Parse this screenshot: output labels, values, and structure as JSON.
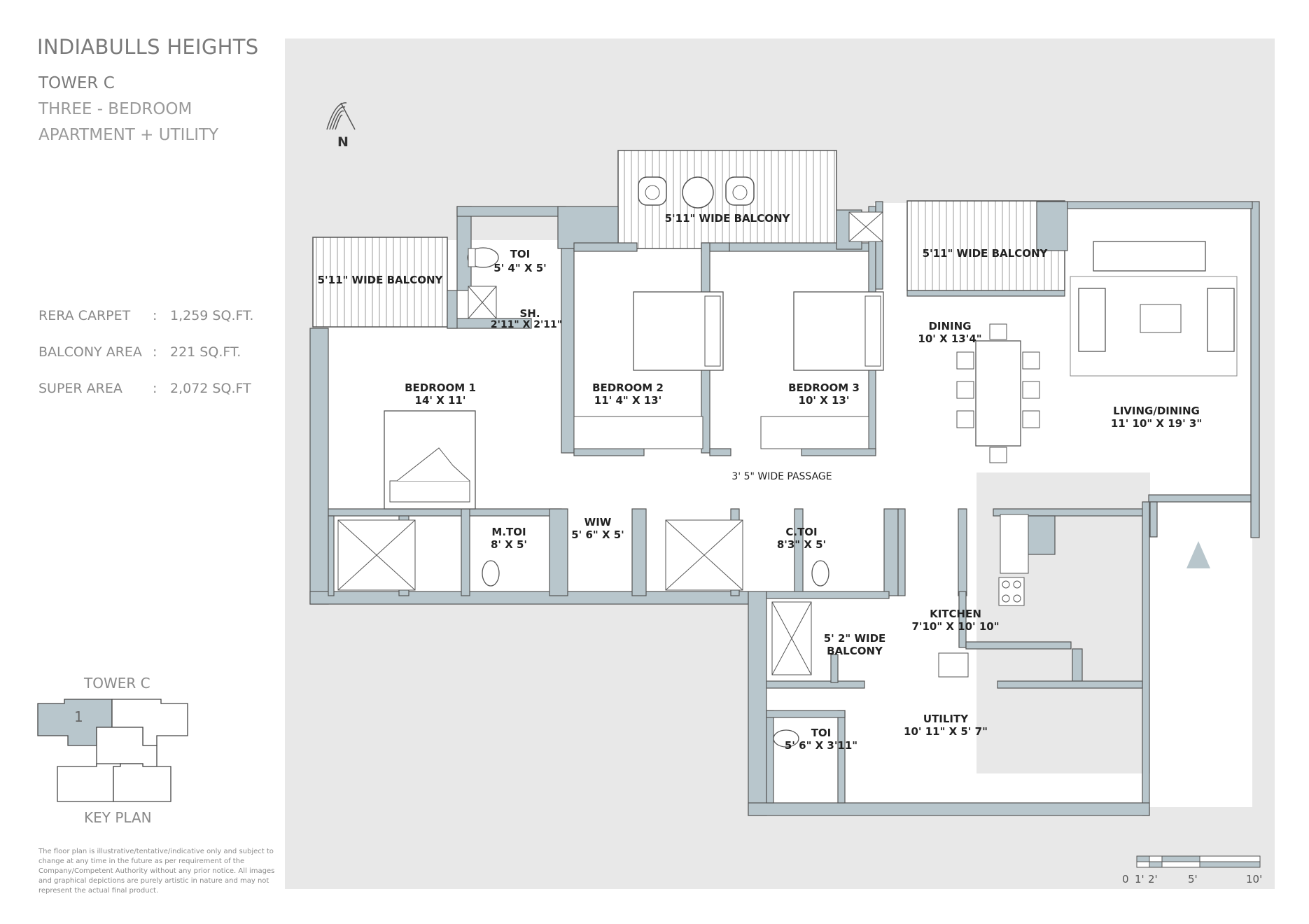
{
  "header": {
    "project": "INDIABULLS HEIGHTS",
    "tower": "TOWER C",
    "type_line1": "THREE - BEDROOM",
    "type_line2": "APARTMENT + UTILITY"
  },
  "areas": [
    {
      "label": "RERA CARPET",
      "sep": ":",
      "value": "1,259 SQ.FT."
    },
    {
      "label": "BALCONY AREA",
      "sep": ":",
      "value": "221 SQ.FT."
    },
    {
      "label": "SUPER AREA",
      "sep": ":",
      "value": "2,072 SQ.FT"
    }
  ],
  "key_plan": {
    "title": "TOWER C",
    "unit_number": "1",
    "label": "KEY PLAN"
  },
  "disclaimer": "The floor plan is illustrative/tentative/indicative only and subject to change at any time in the future as per requirement of the Company/Competent Authority without any prior notice. All images and graphical depictions are purely artistic in nature and may not represent the actual final product.",
  "north_label": "N",
  "rooms": {
    "balcony_left": "5'11\" WIDE BALCONY",
    "balcony_top": "5'11\" WIDE BALCONY",
    "balcony_right": "5'11\" WIDE BALCONY",
    "toi1_name": "TOI",
    "toi1_dim": "5' 4\" X 5'",
    "sh_name": "SH.",
    "sh_dim": "2'11\" X 2'11\"",
    "bed1_name": "BEDROOM 1",
    "bed1_dim": "14' X 11'",
    "bed2_name": "BEDROOM 2",
    "bed2_dim": "11' 4\" X 13'",
    "bed3_name": "BEDROOM 3",
    "bed3_dim": "10' X 13'",
    "dining_name": "DINING",
    "dining_dim": "10' X 13'4\"",
    "living_name": "LIVING/DINING",
    "living_dim": "11' 10\" X 19' 3\"",
    "passage": "3' 5\" WIDE PASSAGE",
    "mtoi_name": "M.TOI",
    "mtoi_dim": "8' X 5'",
    "wiw_name": "WIW",
    "wiw_dim": "5' 6\" X 5'",
    "ctoi_name": "C.TOI",
    "ctoi_dim": "8'3\" X 5'",
    "kitchen_name": "KITCHEN",
    "kitchen_dim": "7'10\" X 10' 10\"",
    "balcony_small_l1": "5' 2\" WIDE",
    "balcony_small_l2": "BALCONY",
    "toi2_name": "TOI",
    "toi2_dim": "5' 6\" X 3'11\"",
    "utility_name": "UTILITY",
    "utility_dim": "10' 11\" X 5' 7\""
  },
  "scale": {
    "t0": "0",
    "t1": "1'",
    "t2": "2'",
    "t5": "5'",
    "t10": "10'"
  },
  "colors": {
    "wall": "#b8c6cc",
    "background": "#e8e8e8",
    "floor": "#ffffff",
    "line": "#555555"
  }
}
